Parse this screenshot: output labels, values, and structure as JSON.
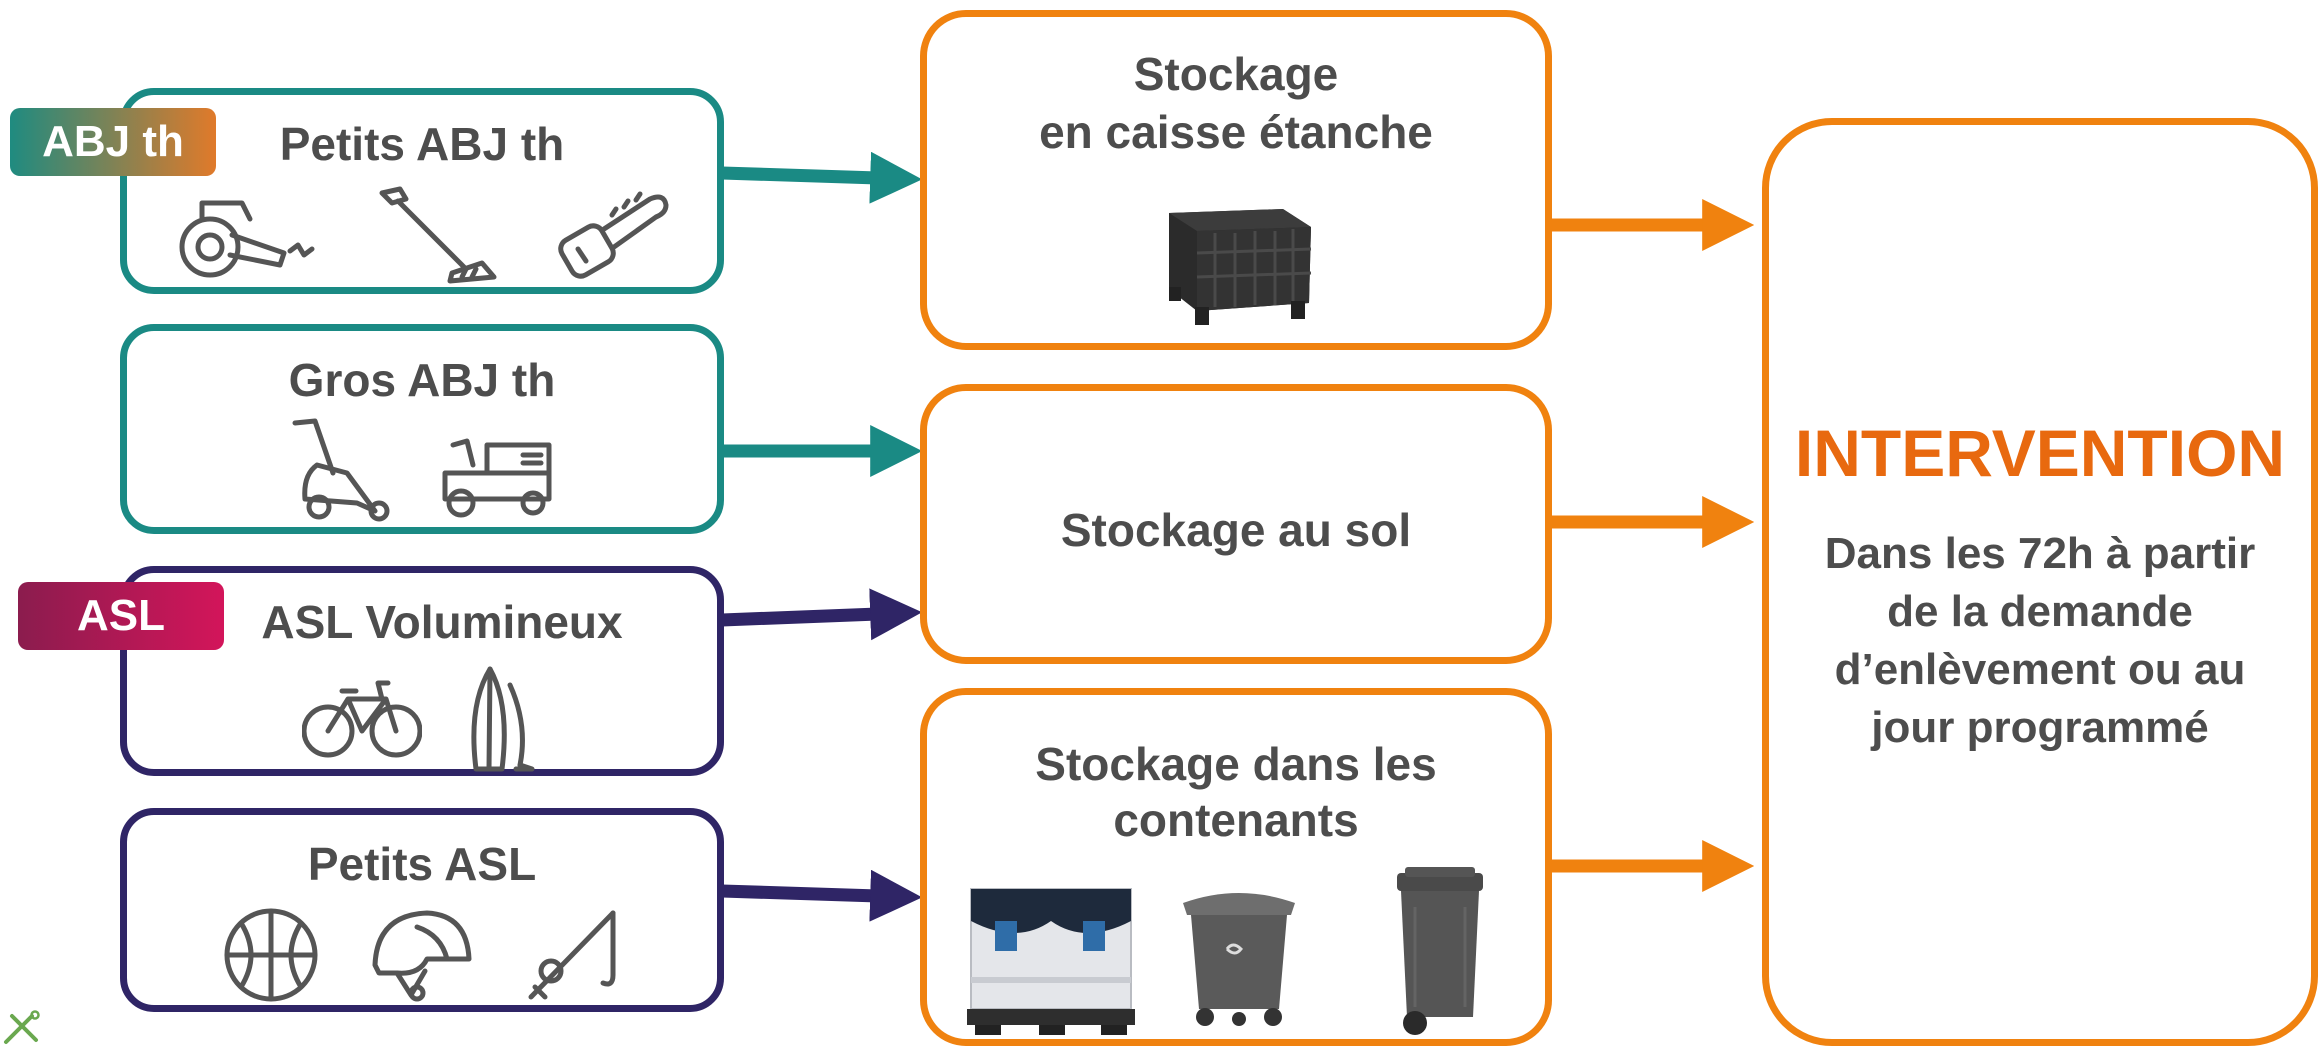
{
  "tags": {
    "abj": "ABJ th",
    "asl": "ASL"
  },
  "sources": [
    {
      "title": "Petits ABJ th",
      "icons": [
        "leaf-blower-icon",
        "string-trimmer-icon",
        "chainsaw-icon"
      ]
    },
    {
      "title": "Gros ABJ th",
      "icons": [
        "lawn-mower-icon",
        "ride-on-mower-icon"
      ]
    },
    {
      "title": "ASL Volumineux",
      "icons": [
        "bicycle-icon",
        "surfboard-icon"
      ]
    },
    {
      "title": "Petits ASL",
      "icons": [
        "basketball-icon",
        "helmet-icon",
        "fishing-rod-icon"
      ]
    }
  ],
  "storage": {
    "crate": {
      "line1": "Stockage",
      "line2": "en caisse étanche"
    },
    "floor": {
      "label": "Stockage au sol"
    },
    "containers": {
      "line1": "Stockage dans les",
      "line2": "contenants"
    }
  },
  "intervention": {
    "title": "INTERVENTION",
    "lines": [
      "Dans les 72h à partir",
      "de la demande",
      "d’enlèvement ou au",
      "jour programmé"
    ]
  },
  "colors": {
    "teal": "#1a8a84",
    "purple": "#2f2566",
    "orange": "#f0820f",
    "intervention": "#e8690f"
  }
}
